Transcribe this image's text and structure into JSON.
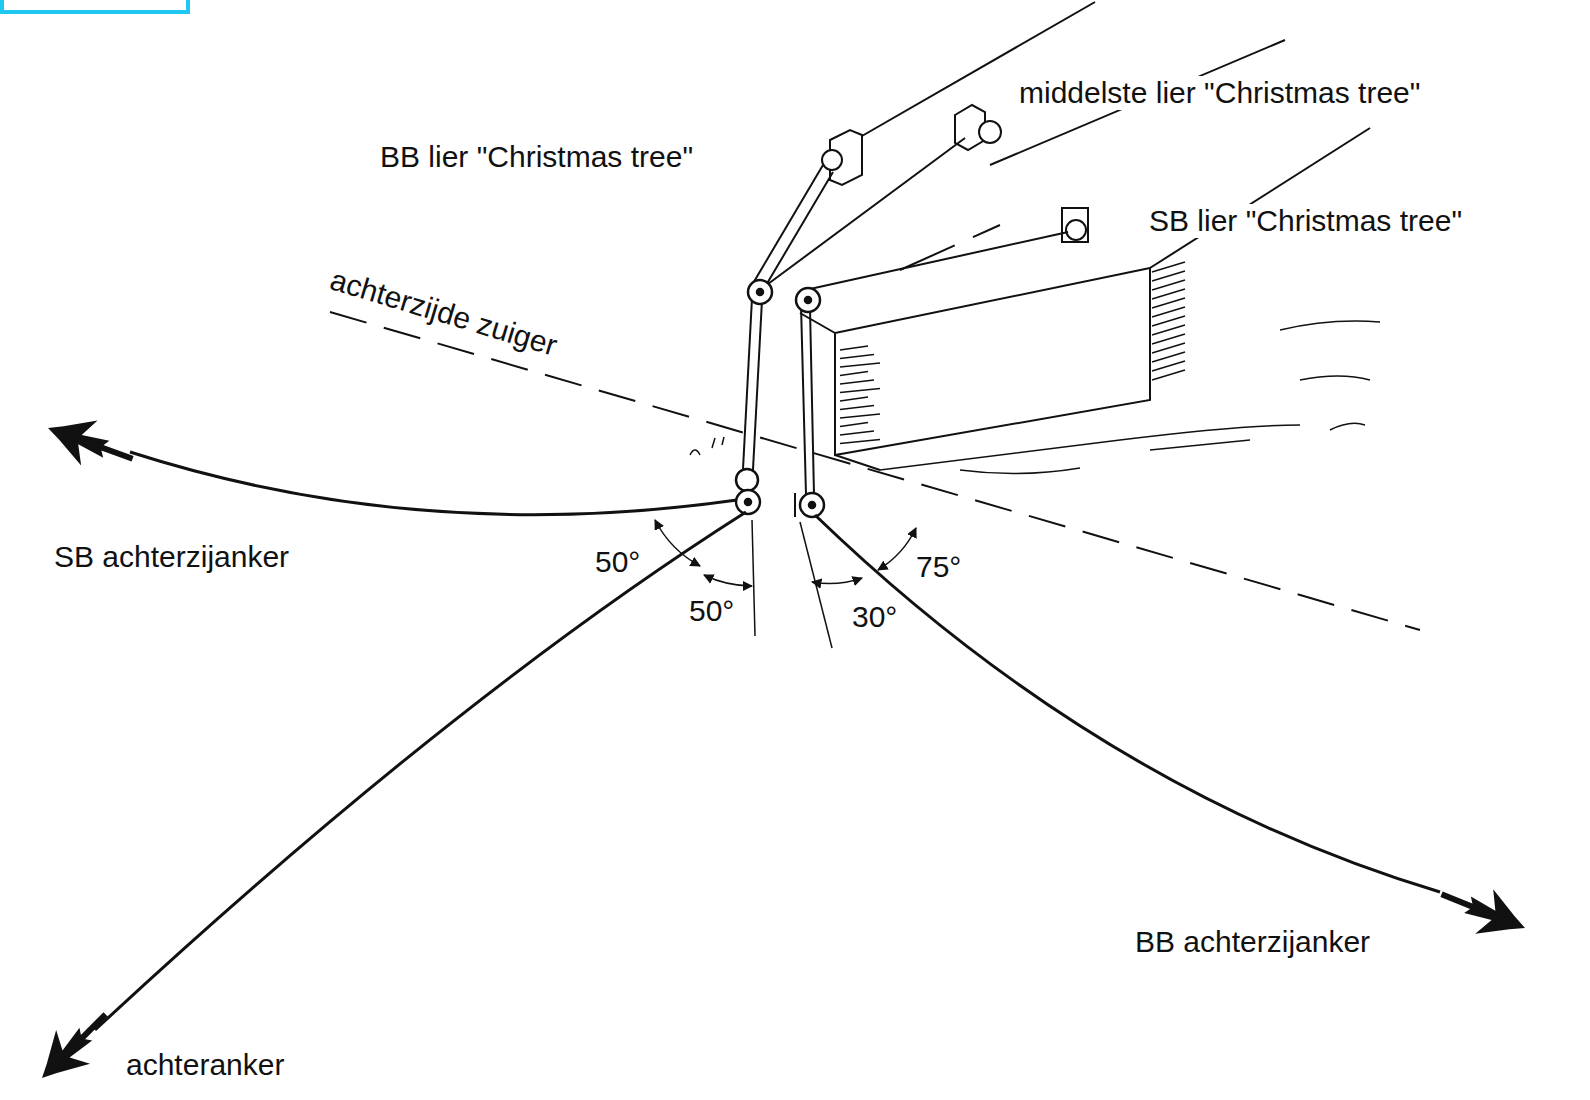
{
  "diagram": {
    "labels": [
      "BB lier \"Christmas tree\"",
      "middelste lier \"Christmas tree\"",
      "SB lier \"Christmas tree\"",
      "achterzijde zuiger",
      "SB achterzijanker",
      "50°",
      "50°",
      "75°",
      "30°",
      "BB achterzijanker",
      "achteranker"
    ]
  }
}
